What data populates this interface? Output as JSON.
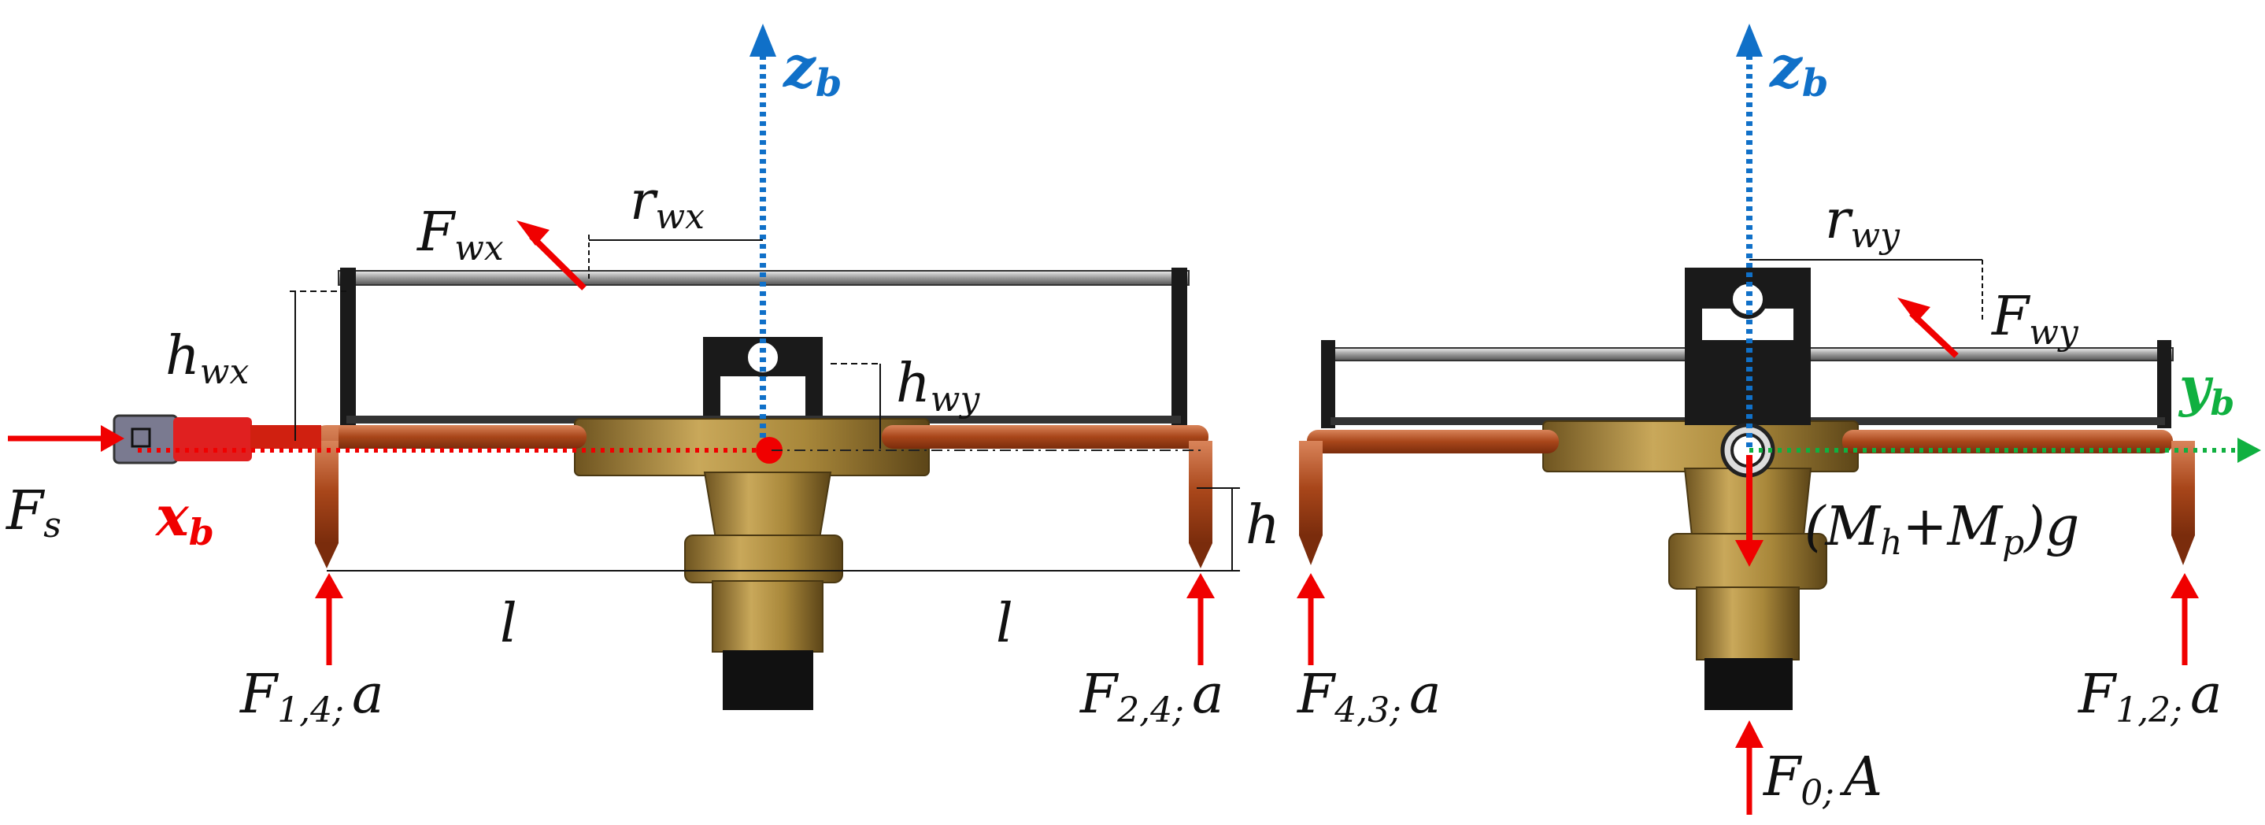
{
  "colors": {
    "force_red": "#f00000",
    "axis_blue": "#1070c8",
    "axis_green": "#10b040",
    "pipe_copper": "#b5511d",
    "brass": "#a8873a",
    "frame_dark": "#1a1a1a",
    "rod_gray": "#9a9a9a"
  },
  "left_view": {
    "z_axis": {
      "base": "z",
      "sub": "b"
    },
    "x_axis": {
      "base": "x",
      "sub": "b"
    },
    "force_wind": {
      "base": "F",
      "sub": "wx"
    },
    "arm_wind": {
      "base": "r",
      "sub": "wx"
    },
    "height_wind_x": {
      "base": "h",
      "sub": "wx"
    },
    "height_wind_y": {
      "base": "h",
      "sub": "wy"
    },
    "force_side": {
      "base": "F",
      "sub": "s"
    },
    "height": "h",
    "length_left": "l",
    "length_right": "l",
    "support_left": {
      "base": "F",
      "sub": "1,4;",
      "suffix": "a"
    },
    "support_right": {
      "base": "F",
      "sub": "2,4;",
      "suffix": "a"
    }
  },
  "right_view": {
    "z_axis": {
      "base": "z",
      "sub": "b"
    },
    "y_axis": {
      "base": "y",
      "sub": "b"
    },
    "force_wind": {
      "base": "F",
      "sub": "wy"
    },
    "arm_wind": {
      "base": "r",
      "sub": "wy"
    },
    "weight": {
      "open": "(M",
      "sub1": "h",
      "plus": "+M",
      "sub2": "p",
      "close": ")g"
    },
    "support_left": {
      "base": "F",
      "sub": "4,3;",
      "suffix": "a"
    },
    "support_right": {
      "base": "F",
      "sub": "1,2;",
      "suffix": "a"
    },
    "support_center": {
      "base": "F",
      "sub": "0;",
      "suffix": "A"
    }
  }
}
